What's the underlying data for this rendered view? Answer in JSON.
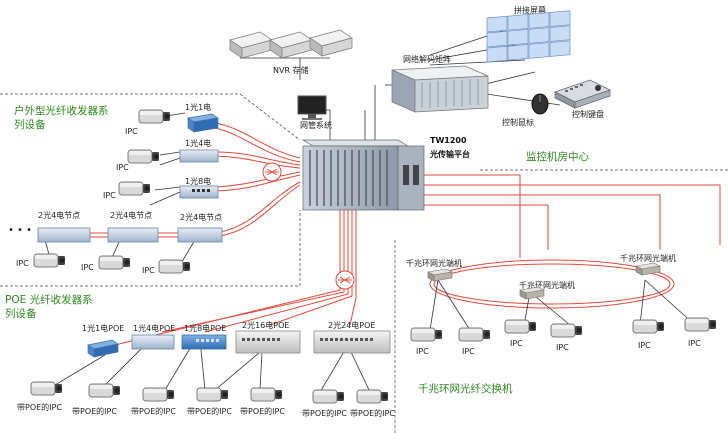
{
  "labels": {
    "nvr": "NVR 存储",
    "video_wall": "拼接屏幕",
    "decoder_matrix": "网络解码矩阵",
    "nms": "网管系统",
    "platform_model": "TW1200",
    "platform_name": "光传输平台",
    "control_mouse": "控制鼠标",
    "control_keyboard": "控制键盘",
    "control_room": "监控机房中心",
    "outdoor_title_1": "户外型光纤收发器系",
    "outdoor_title_2": "列设备",
    "dev_1g1e": "1光1电",
    "dev_1g4e": "1光4电",
    "dev_1g8e": "1光8电",
    "node_2g4e": "2光4电节点",
    "ipc": "IPC",
    "ellipsis": "• • •",
    "poe_title_1": "POE 光纤收发器系",
    "poe_title_2": "列设备",
    "poe_1g1e": "1光1电POE",
    "poe_1g4e": "1光4电POE",
    "poe_1g8e": "1光8电POE",
    "poe_2g16e": "2光16电POE",
    "poe_2g24e": "2光24电POE",
    "poe_ipc": "带POE的IPC",
    "ring_switch": "千兆环网光端机",
    "ring_title": "千兆环网光纤交换机"
  },
  "colors": {
    "fiber": "#e34a3a",
    "cable": "#333333",
    "section_title": "#2e8b1e"
  }
}
